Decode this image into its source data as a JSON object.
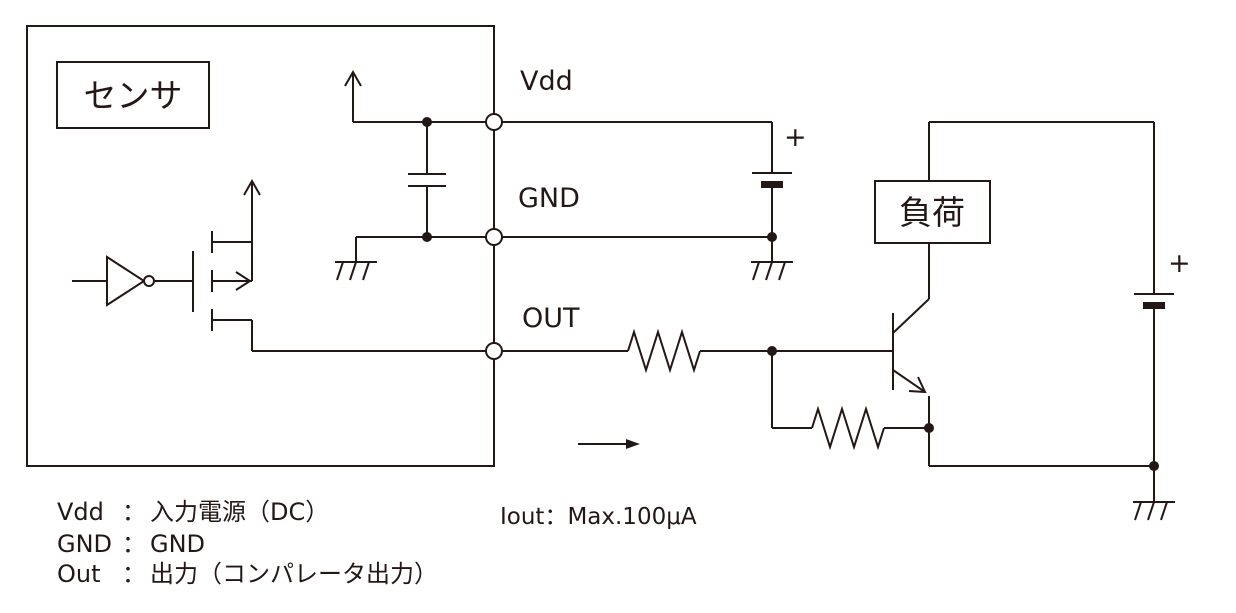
{
  "diagram": {
    "sensor_label": "センサ",
    "load_label": "負荷",
    "terminals": {
      "vdd": "Vdd",
      "gnd": "GND",
      "out": "OUT"
    },
    "plus_sign": "+",
    "iout_note": "Iout：Max.100μA",
    "legend": [
      {
        "term": "Vdd",
        "sep": "：",
        "desc": "入力電源（DC）"
      },
      {
        "term": "GND",
        "sep": "：",
        "desc": "GND"
      },
      {
        "term": "Out",
        "sep": "：",
        "desc": "出力（コンパレータ出力）"
      }
    ]
  }
}
